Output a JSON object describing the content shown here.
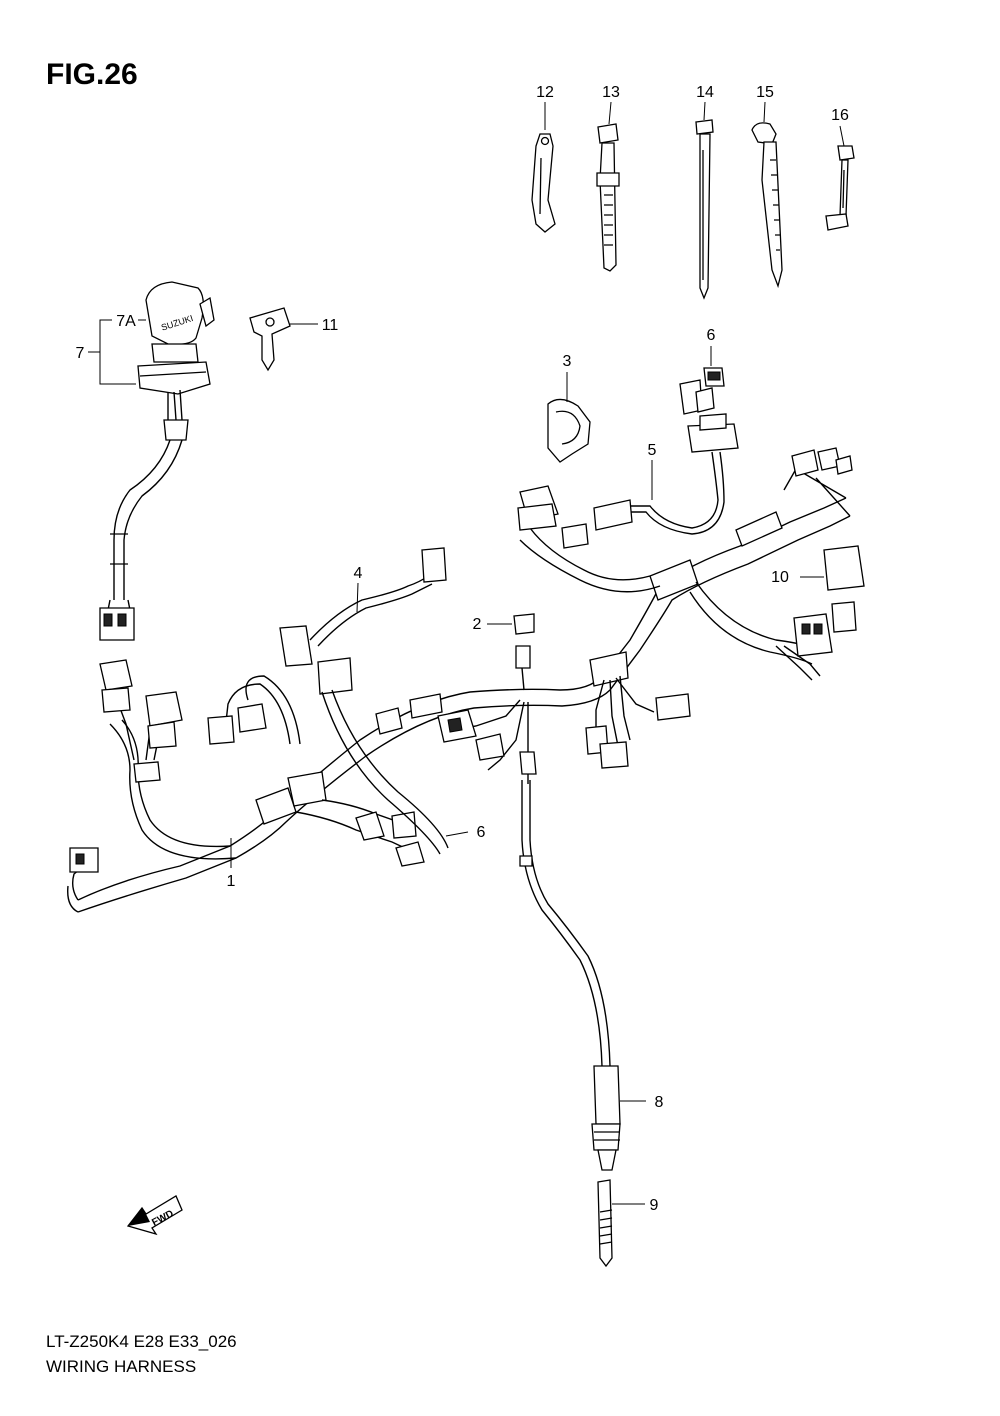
{
  "figure": {
    "title": "FIG.26",
    "model_code": "LT-Z250K4 E28 E33_026",
    "section_title": "WIRING HARNESS"
  },
  "callouts": {
    "c1": "1",
    "c2": "2",
    "c3": "3",
    "c4": "4",
    "c5": "5",
    "c6a": "6",
    "c6b": "6",
    "c7": "7",
    "c7a": "7A",
    "c8": "8",
    "c9": "9",
    "c10": "10",
    "c11": "11",
    "c12": "12",
    "c13": "13",
    "c14": "14",
    "c15": "15",
    "c16": "16"
  },
  "labels": {
    "ignition_brand": "SUZUKI",
    "fwd_arrow": "FWD"
  }
}
